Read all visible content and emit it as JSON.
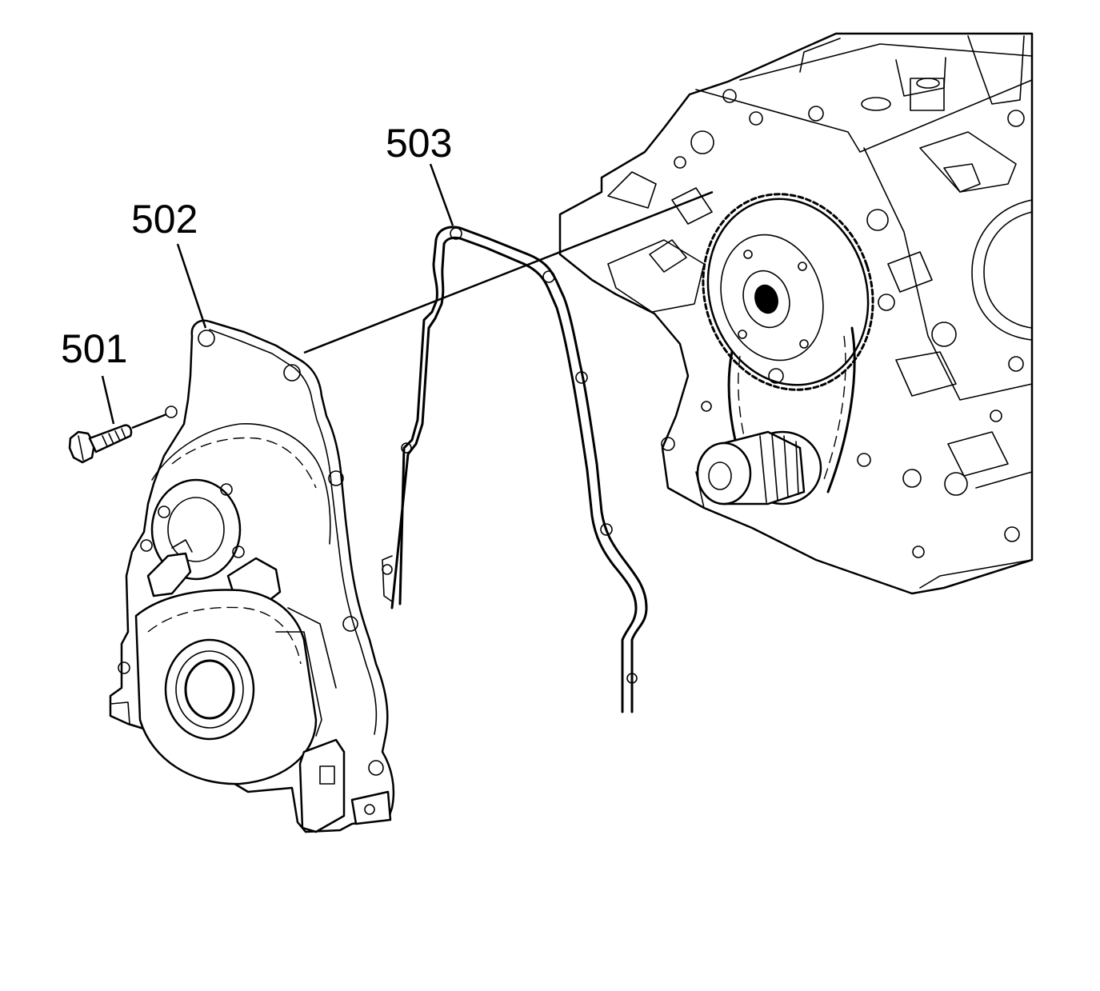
{
  "callouts": {
    "bolt": "501",
    "front_cover": "502",
    "gasket": "503"
  }
}
